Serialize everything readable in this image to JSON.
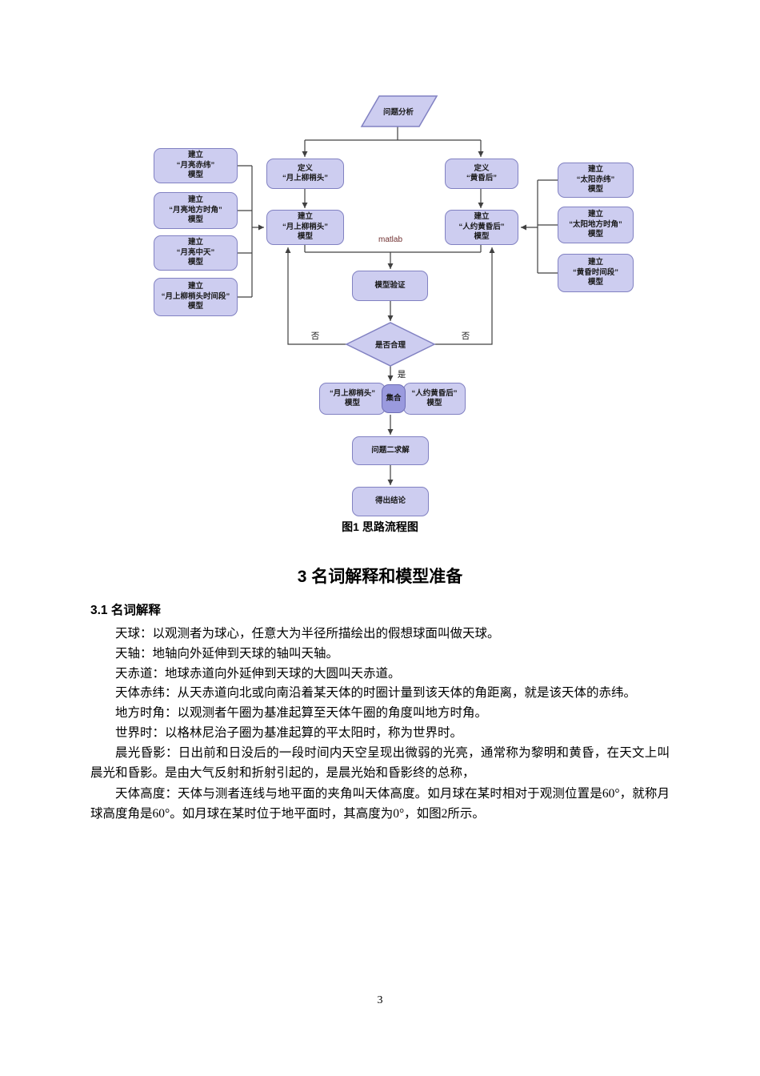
{
  "page": {
    "number": "3"
  },
  "flowchart": {
    "caption": "图1 思路流程图",
    "matlab_label": "matlab",
    "labels": {
      "no_left": "否",
      "no_right": "否",
      "yes": "是"
    },
    "nodes": {
      "problem_analysis": "问题分析",
      "moon_declination": "建立\n“月亮赤纬”\n模型",
      "moon_hour_angle": "建立\n“月亮地方时角”\n模型",
      "moon_meridian": "建立\n“月亮中天”\n模型",
      "moon_period": "建立\n“月上柳梢头时间段”\n模型",
      "define_moon": "定义\n“月上柳梢头”",
      "build_moon": "建立\n“月上柳梢头”\n模型",
      "define_dusk": "定义\n“黄昏后”",
      "build_dusk": "建立\n“人约黄昏后”\n模型",
      "sun_declination": "建立\n“太阳赤纬”\n模型",
      "sun_hour_angle": "建立\n“太阳地方时角”\n模型",
      "dusk_period": "建立\n“黄昏时间段”\n模型",
      "validate": "模型验证",
      "decision": "是否合理",
      "merge_left": "“月上柳梢头”\n模型",
      "merge_center": "集合",
      "merge_right": "“人约黄昏后”\n模型",
      "solve": "问题二求解",
      "conclusion": "得出结论"
    },
    "colors": {
      "node_fill": "#cdcdf0",
      "node_border": "#8181c2",
      "merge_fill": "#9a9ade",
      "line": "#404040"
    }
  },
  "content": {
    "heading": "3 名词解释和模型准备",
    "section_heading": "3.1 名词解释",
    "paragraphs": [
      "天球：以观测者为球心，任意大为半径所描绘出的假想球面叫做天球。",
      "天轴：地轴向外延伸到天球的轴叫天轴。",
      "天赤道：地球赤道向外延伸到天球的大圆叫天赤道。",
      "天体赤纬：从天赤道向北或向南沿着某天体的时圈计量到该天体的角距离，就是该天体的赤纬。",
      "地方时角：以观测者午圈为基准起算至天体午圈的角度叫地方时角。",
      "世界时：以格林尼治子圈为基准起算的平太阳时，称为世界时。",
      "晨光昏影：日出前和日没后的一段时间内天空呈现出微弱的光亮，通常称为黎明和黄昏，在天文上叫晨光和昏影。是由大气反射和折射引起的，是晨光始和昏影终的总称，",
      "天体高度：天体与测者连线与地平面的夹角叫天体高度。如月球在某时相对于观测位置是60°，就称月球高度角是60°。如月球在某时位于地平面时，其高度为0°，如图2所示。"
    ]
  }
}
